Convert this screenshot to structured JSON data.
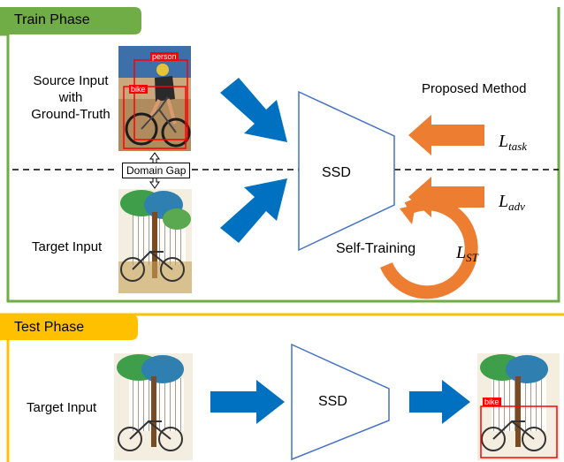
{
  "train_phase": {
    "title": "Train Phase",
    "source_input_label": [
      "Source Input",
      "with",
      "Ground-Truth"
    ],
    "target_input_label": "Target Input",
    "domain_gap_label": "Domain Gap",
    "model_label": "SSD",
    "proposed_method_label": "Proposed Method",
    "self_training_label": "Self-Training",
    "losses": {
      "task": {
        "symbol": "L",
        "subscript": "task"
      },
      "adv": {
        "symbol": "L",
        "subscript": "adv"
      },
      "st": {
        "symbol": "L",
        "subscript": "ST"
      }
    },
    "source_image_boxes": [
      "person",
      "bike"
    ]
  },
  "test_phase": {
    "title": "Test Phase",
    "target_input_label": "Target Input",
    "model_label": "SSD",
    "output_image_boxes": [
      "bike"
    ]
  },
  "colors": {
    "train_border": "#70ad47",
    "test_border": "#ffc000",
    "arrow_blue": "#0070c0",
    "arrow_orange": "#ed7d31",
    "ssd_outline": "#4472c4",
    "box_red": "#ff0000"
  }
}
